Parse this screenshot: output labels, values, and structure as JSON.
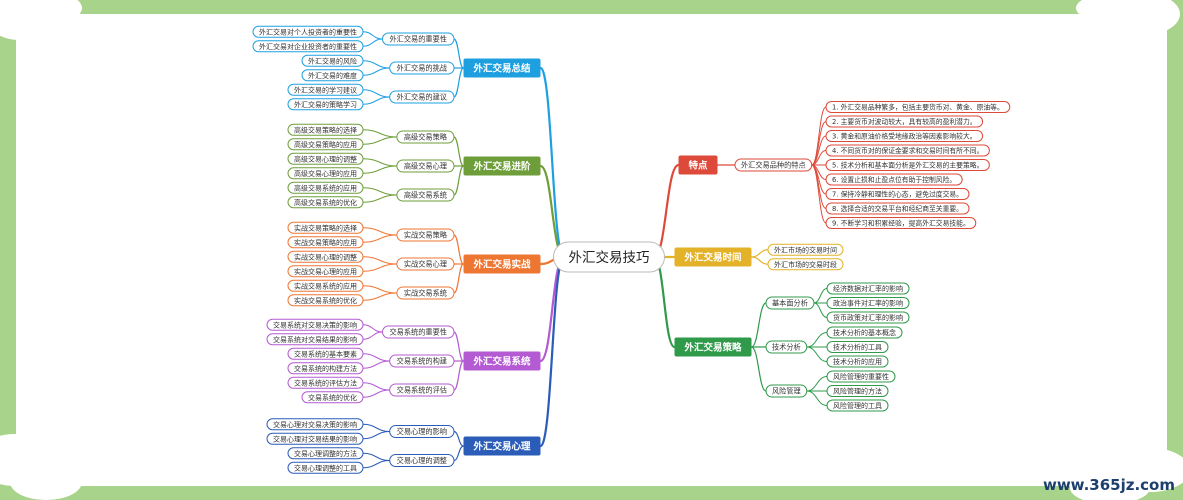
{
  "center": {
    "label": "外汇交易技巧"
  },
  "watermark": "www.365jz.com",
  "colors": {
    "background": "#a7d38a",
    "canvas": "#ffffff",
    "summary": "#1ea0e0",
    "advanced": "#6e9e3a",
    "practice": "#ee7633",
    "system": "#b45ad2",
    "psychology": "#2a5cb8",
    "features": "#de4a3a",
    "time": "#e4b228",
    "strategy": "#2f9a4a"
  },
  "left_branches": [
    {
      "id": "summary",
      "label": "外汇交易总结",
      "color_key": "summary",
      "children": [
        {
          "label": "外汇交易的重要性",
          "leaves": [
            "外汇交易对个人投资者的重要性",
            "外汇交易对企业投资者的重要性"
          ]
        },
        {
          "label": "外汇交易的挑战",
          "leaves": [
            "外汇交易的风险",
            "外汇交易的难度"
          ]
        },
        {
          "label": "外汇交易的建议",
          "leaves": [
            "外汇交易的学习建议",
            "外汇交易的策略学习"
          ]
        }
      ]
    },
    {
      "id": "advanced",
      "label": "外汇交易进阶",
      "color_key": "advanced",
      "children": [
        {
          "label": "高级交易策略",
          "leaves": [
            "高级交易策略的选择",
            "高级交易策略的应用"
          ]
        },
        {
          "label": "高级交易心理",
          "leaves": [
            "高级交易心理的调整",
            "高级交易心理的应用"
          ]
        },
        {
          "label": "高级交易系统",
          "leaves": [
            "高级交易系统的应用",
            "高级交易系统的优化"
          ]
        }
      ]
    },
    {
      "id": "practice",
      "label": "外汇交易实战",
      "color_key": "practice",
      "children": [
        {
          "label": "实战交易策略",
          "leaves": [
            "实战交易策略的选择",
            "实战交易策略的应用"
          ]
        },
        {
          "label": "实战交易心理",
          "leaves": [
            "实战交易心理的调整",
            "实战交易心理的应用"
          ]
        },
        {
          "label": "实战交易系统",
          "leaves": [
            "实战交易系统的应用",
            "实战交易系统的优化"
          ]
        }
      ]
    },
    {
      "id": "system",
      "label": "外汇交易系统",
      "color_key": "system",
      "children": [
        {
          "label": "交易系统的重要性",
          "leaves": [
            "交易系统对交易决策的影响",
            "交易系统对交易结果的影响"
          ]
        },
        {
          "label": "交易系统的构建",
          "leaves": [
            "交易系统的基本要素",
            "交易系统的构建方法"
          ]
        },
        {
          "label": "交易系统的评估",
          "leaves": [
            "交易系统的评估方法",
            "交易系统的优化"
          ]
        }
      ]
    },
    {
      "id": "psychology",
      "label": "外汇交易心理",
      "color_key": "psychology",
      "children": [
        {
          "label": "交易心理的影响",
          "leaves": [
            "交易心理对交易决策的影响",
            "交易心理对交易结果的影响"
          ]
        },
        {
          "label": "交易心理的调整",
          "leaves": [
            "交易心理调整的方法",
            "交易心理调整的工具"
          ]
        }
      ]
    }
  ],
  "right_branches": [
    {
      "id": "features",
      "label": "特点",
      "color_key": "features",
      "children": [
        {
          "label": "外汇交易品种的特点",
          "leaves": [
            "1. 外汇交易品种繁多，包括主要货币对、黄金、原油等。",
            "2. 主要货币对波动较大，具有较高的盈利潜力。",
            "3. 黄金和原油价格受地缘政治等因素影响较大。",
            "4. 不同货币对的保证金要求和交易时间有所不同。",
            "5. 技术分析和基本面分析是外汇交易的主要策略。",
            "6. 设置止损和止盈点位有助于控制风险。",
            "7. 保持冷静和理性的心态，避免过度交易。",
            "8. 选择合适的交易平台和经纪商至关重要。",
            "9. 不断学习和积累经验，提高外汇交易技能。"
          ]
        }
      ]
    },
    {
      "id": "time",
      "label": "外汇交易时间",
      "color_key": "time",
      "children": [
        {
          "label": "外汇市场的交易时间",
          "leaves": []
        },
        {
          "label": "外汇市场的交易时段",
          "leaves": []
        }
      ]
    },
    {
      "id": "strategy",
      "label": "外汇交易策略",
      "color_key": "strategy",
      "children": [
        {
          "label": "基本面分析",
          "leaves": [
            "经济数据对汇率的影响",
            "政治事件对汇率的影响",
            "货币政策对汇率的影响"
          ]
        },
        {
          "label": "技术分析",
          "leaves": [
            "技术分析的基本概念",
            "技术分析的工具",
            "技术分析的应用"
          ]
        },
        {
          "label": "风险管理",
          "leaves": [
            "风险管理的重要性",
            "风险管理的方法",
            "风险管理的工具"
          ]
        }
      ]
    }
  ]
}
